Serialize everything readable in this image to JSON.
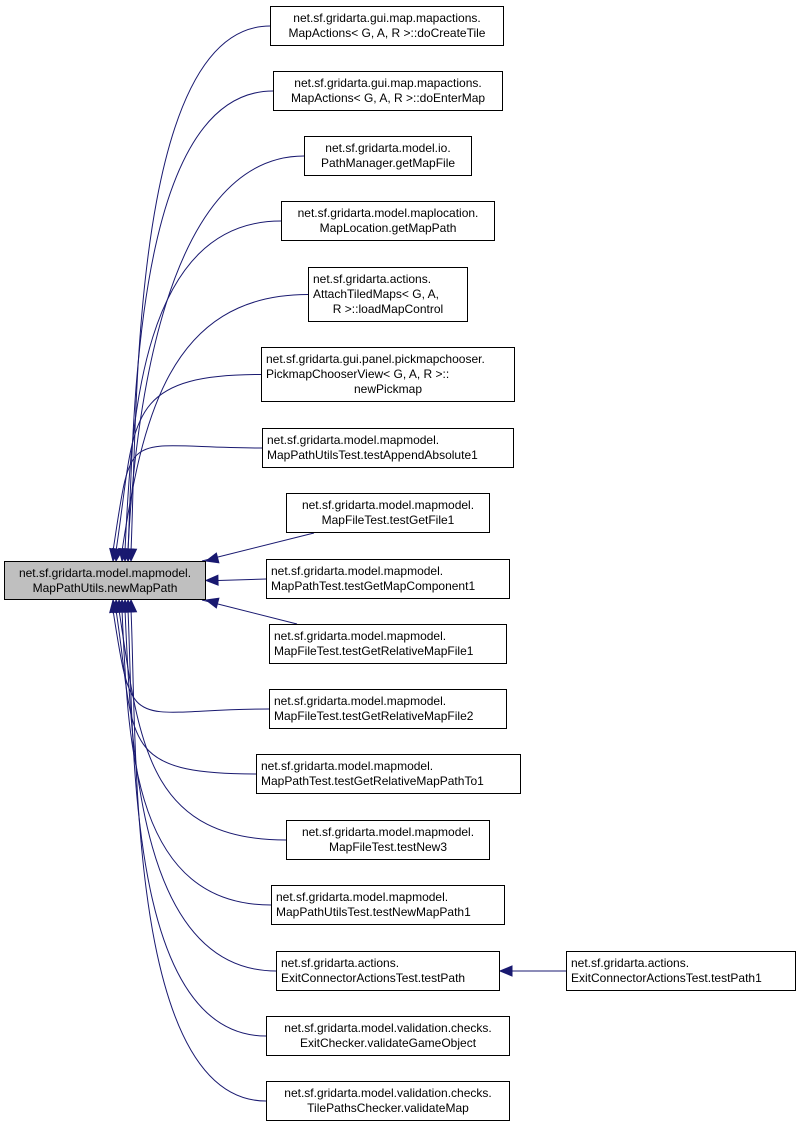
{
  "diagram": {
    "type": "call-graph",
    "edge_color": "#191970",
    "focus_fill": "#bfbfbf",
    "focus": {
      "id": "focus",
      "lines": [
        "net.sf.gridarta.model.mapmodel.",
        "MapPathUtils.newMapPath"
      ]
    },
    "callers": [
      {
        "id": "n1",
        "lines": [
          "net.sf.gridarta.gui.map.mapactions.",
          "MapActions< G, A, R >::doCreateTile"
        ]
      },
      {
        "id": "n2",
        "lines": [
          "net.sf.gridarta.gui.map.mapactions.",
          "MapActions< G, A, R >::doEnterMap"
        ]
      },
      {
        "id": "n3",
        "lines": [
          "net.sf.gridarta.model.io.",
          "PathManager.getMapFile"
        ]
      },
      {
        "id": "n4",
        "lines": [
          "net.sf.gridarta.model.maplocation.",
          "MapLocation.getMapPath"
        ]
      },
      {
        "id": "n5",
        "lines": [
          "net.sf.gridarta.actions.",
          "AttachTiledMaps< G, A,",
          "R >::loadMapControl"
        ]
      },
      {
        "id": "n6",
        "lines": [
          "net.sf.gridarta.gui.panel.pickmapchooser.",
          "PickmapChooserView< G, A, R >::",
          "newPickmap"
        ]
      },
      {
        "id": "n7",
        "lines": [
          "net.sf.gridarta.model.mapmodel.",
          "MapPathUtilsTest.testAppendAbsolute1"
        ]
      },
      {
        "id": "n8",
        "lines": [
          "net.sf.gridarta.model.mapmodel.",
          "MapFileTest.testGetFile1"
        ]
      },
      {
        "id": "n9",
        "lines": [
          "net.sf.gridarta.model.mapmodel.",
          "MapPathTest.testGetMapComponent1"
        ]
      },
      {
        "id": "n10",
        "lines": [
          "net.sf.gridarta.model.mapmodel.",
          "MapFileTest.testGetRelativeMapFile1"
        ]
      },
      {
        "id": "n11",
        "lines": [
          "net.sf.gridarta.model.mapmodel.",
          "MapFileTest.testGetRelativeMapFile2"
        ]
      },
      {
        "id": "n12",
        "lines": [
          "net.sf.gridarta.model.mapmodel.",
          "MapPathTest.testGetRelativeMapPathTo1"
        ]
      },
      {
        "id": "n13",
        "lines": [
          "net.sf.gridarta.model.mapmodel.",
          "MapFileTest.testNew3"
        ]
      },
      {
        "id": "n14",
        "lines": [
          "net.sf.gridarta.model.mapmodel.",
          "MapPathUtilsTest.testNewMapPath1"
        ]
      },
      {
        "id": "n15",
        "lines": [
          "net.sf.gridarta.actions.",
          "ExitConnectorActionsTest.testPath"
        ]
      },
      {
        "id": "n16",
        "lines": [
          "net.sf.gridarta.model.validation.checks.",
          "ExitChecker.validateGameObject"
        ]
      },
      {
        "id": "n17",
        "lines": [
          "net.sf.gridarta.model.validation.checks.",
          "TilePathsChecker.validateMap"
        ]
      }
    ],
    "second_level": [
      {
        "id": "n18",
        "lines": [
          "net.sf.gridarta.actions.",
          "ExitConnectorActionsTest.testPath1"
        ]
      }
    ],
    "edges": [
      {
        "from": "n1",
        "to": "focus"
      },
      {
        "from": "n2",
        "to": "focus"
      },
      {
        "from": "n3",
        "to": "focus"
      },
      {
        "from": "n4",
        "to": "focus"
      },
      {
        "from": "n5",
        "to": "focus"
      },
      {
        "from": "n6",
        "to": "focus"
      },
      {
        "from": "n7",
        "to": "focus"
      },
      {
        "from": "n8",
        "to": "focus"
      },
      {
        "from": "n9",
        "to": "focus"
      },
      {
        "from": "n10",
        "to": "focus"
      },
      {
        "from": "n11",
        "to": "focus"
      },
      {
        "from": "n12",
        "to": "focus"
      },
      {
        "from": "n13",
        "to": "focus"
      },
      {
        "from": "n14",
        "to": "focus"
      },
      {
        "from": "n15",
        "to": "focus"
      },
      {
        "from": "n16",
        "to": "focus"
      },
      {
        "from": "n17",
        "to": "focus"
      },
      {
        "from": "n18",
        "to": "n15"
      }
    ]
  }
}
